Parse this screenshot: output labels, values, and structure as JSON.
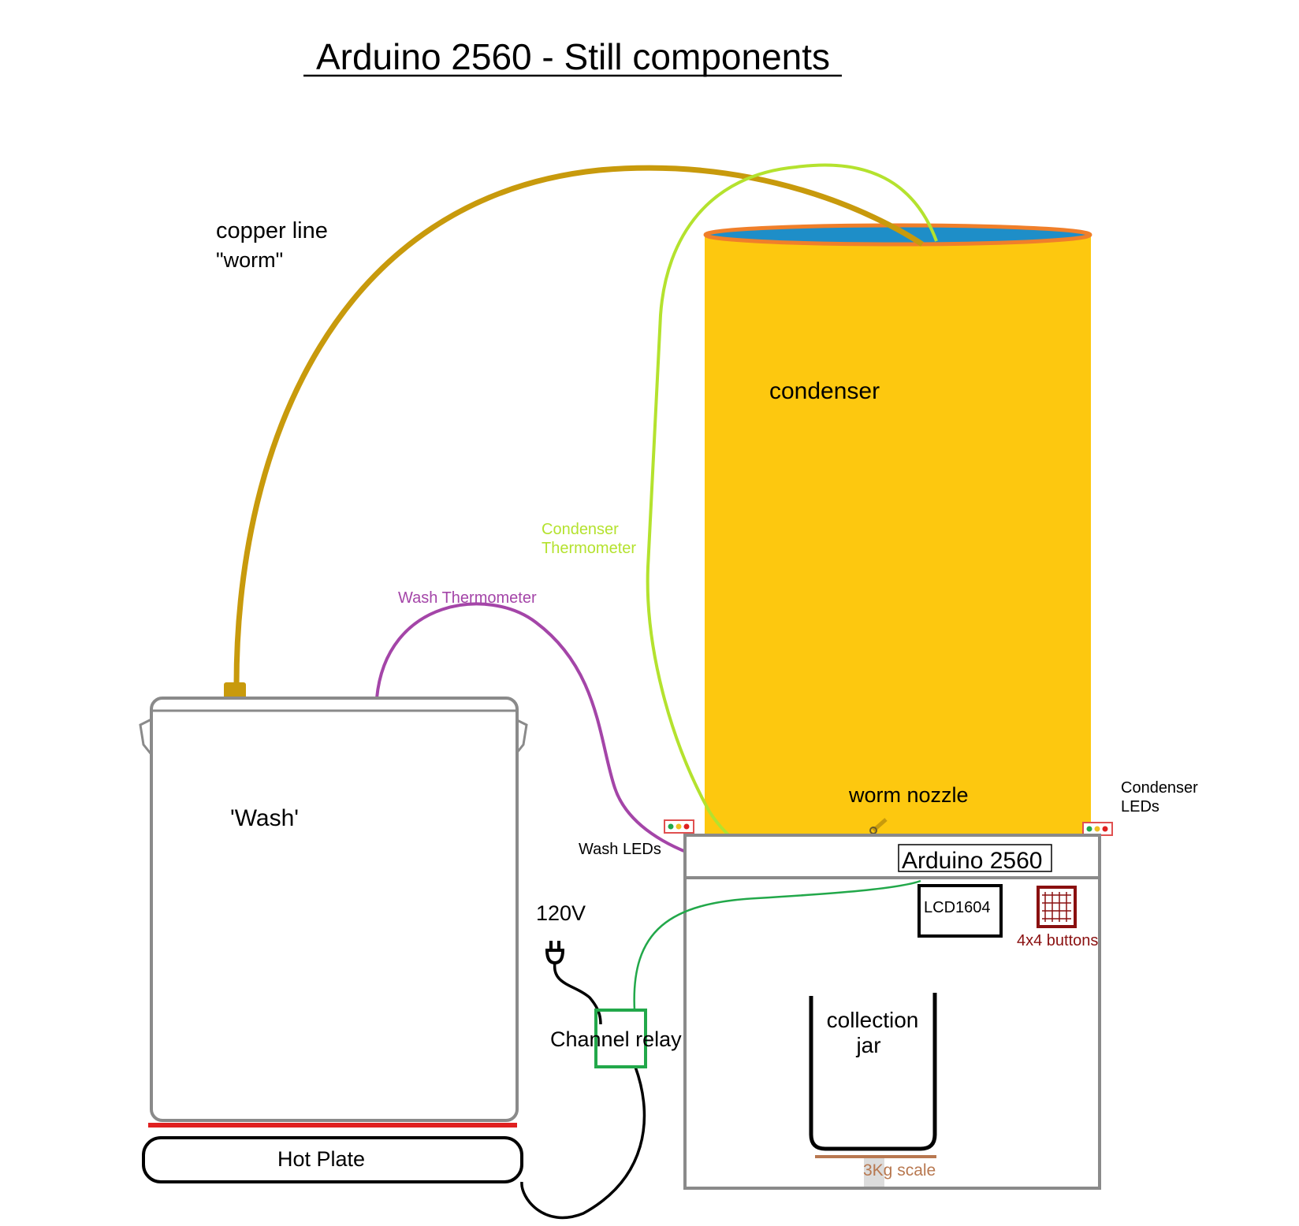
{
  "title": "Arduino 2560 - Still components",
  "labels": {
    "copper_line": "copper line",
    "worm": "\"worm\"",
    "condenser": "condenser",
    "condenser_thermometer_1": "Condenser",
    "condenser_thermometer_2": "Thermometer",
    "wash_thermometer": "Wash Thermometer",
    "wash": "'Wash'",
    "worm_nozzle": "worm nozzle",
    "condenser_leds_1": "Condenser",
    "condenser_leds_2": "LEDs",
    "wash_leds": "Wash LEDs",
    "arduino": "Arduino 2560",
    "lcd": "LCD1604",
    "buttons": "4x4 buttons",
    "voltage": "120V",
    "relay": "Channel relay",
    "collection_jar_1": "collection",
    "collection_jar_2": "jar",
    "scale": "3Kg scale",
    "hot_plate": "Hot Plate"
  },
  "colors": {
    "copper": "#c89a0c",
    "condenser_body": "#fdc80f",
    "condenser_water": "#1e8ec8",
    "condenser_rim": "#f07f2a",
    "condenser_thermo": "#b4e22e",
    "wash_thermo": "#a445a8",
    "relay_wire": "#22a84a",
    "pot": "#8a8a8a",
    "heat": "#e02020",
    "buttons": "#8a1010",
    "scale": "#b87850"
  }
}
